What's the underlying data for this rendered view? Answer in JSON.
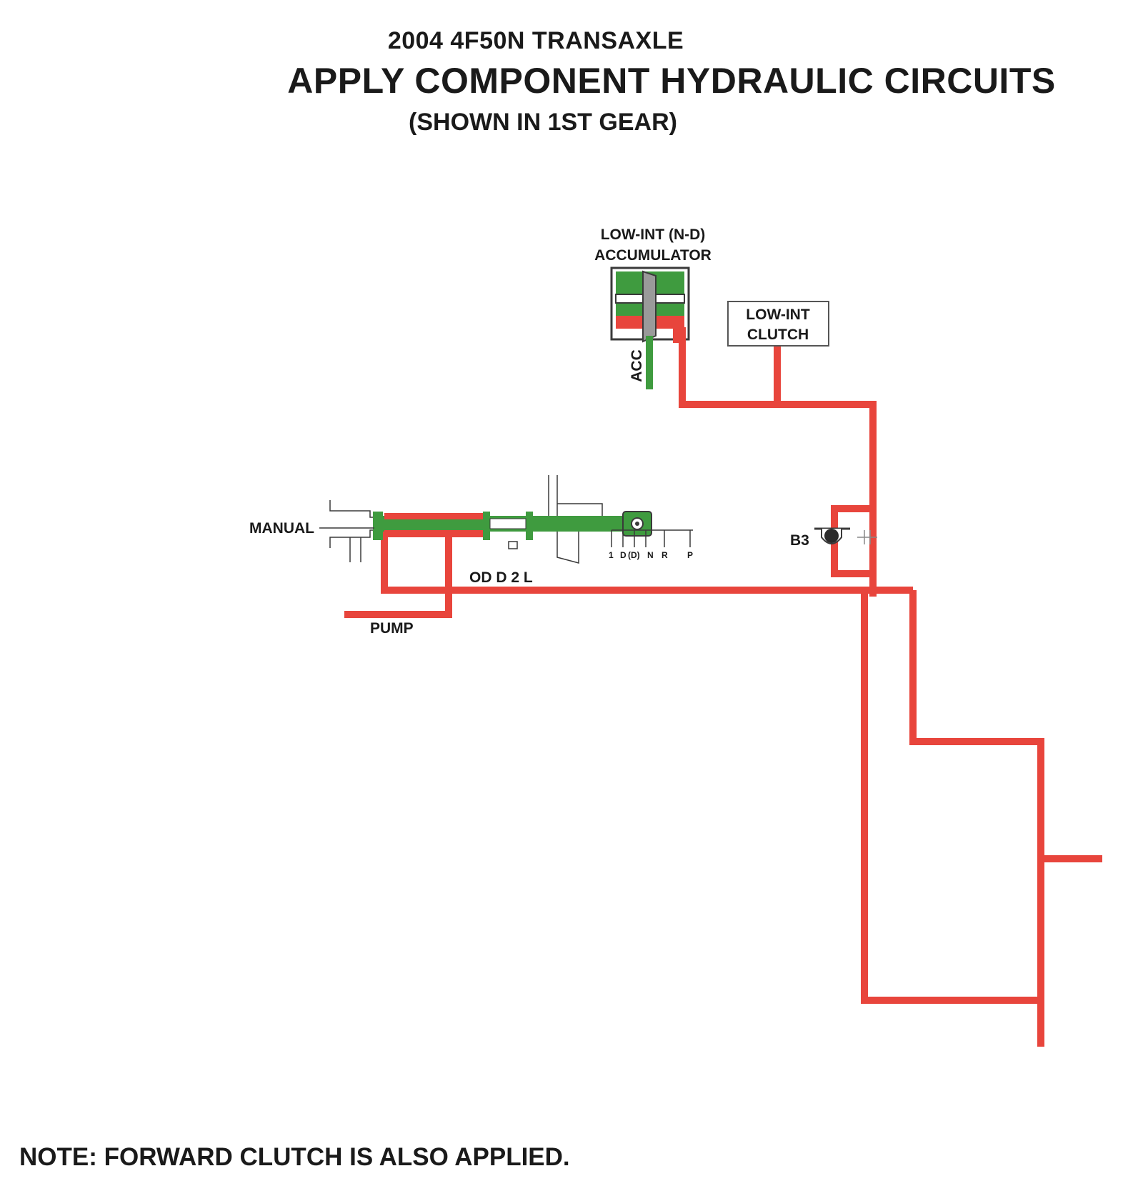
{
  "header": {
    "model": "2004 4F50N TRANSAXLE",
    "title": "APPLY COMPONENT HYDRAULIC CIRCUITS",
    "subtitle": "(SHOWN IN 1ST GEAR)"
  },
  "labels": {
    "accumulator_line1": "LOW-INT (N-D)",
    "accumulator_line2": "ACCUMULATOR",
    "clutch_line1": "LOW-INT",
    "clutch_line2": "CLUTCH",
    "acc": "ACC",
    "manual": "MANUAL",
    "b3": "B3",
    "od_d2l": "OD D 2 L",
    "pump": "PUMP",
    "detent_1": "1",
    "detent_d": "D",
    "detent_dd": "(D)",
    "detent_n": "N",
    "detent_r": "R",
    "detent_p": "P"
  },
  "colors": {
    "pressure": "#e8453c",
    "exhaust": "#3f9b3f",
    "outline": "#3a3a3a",
    "piston": "#9a9a9a"
  },
  "note": "NOTE: FORWARD CLUTCH IS ALSO APPLIED."
}
